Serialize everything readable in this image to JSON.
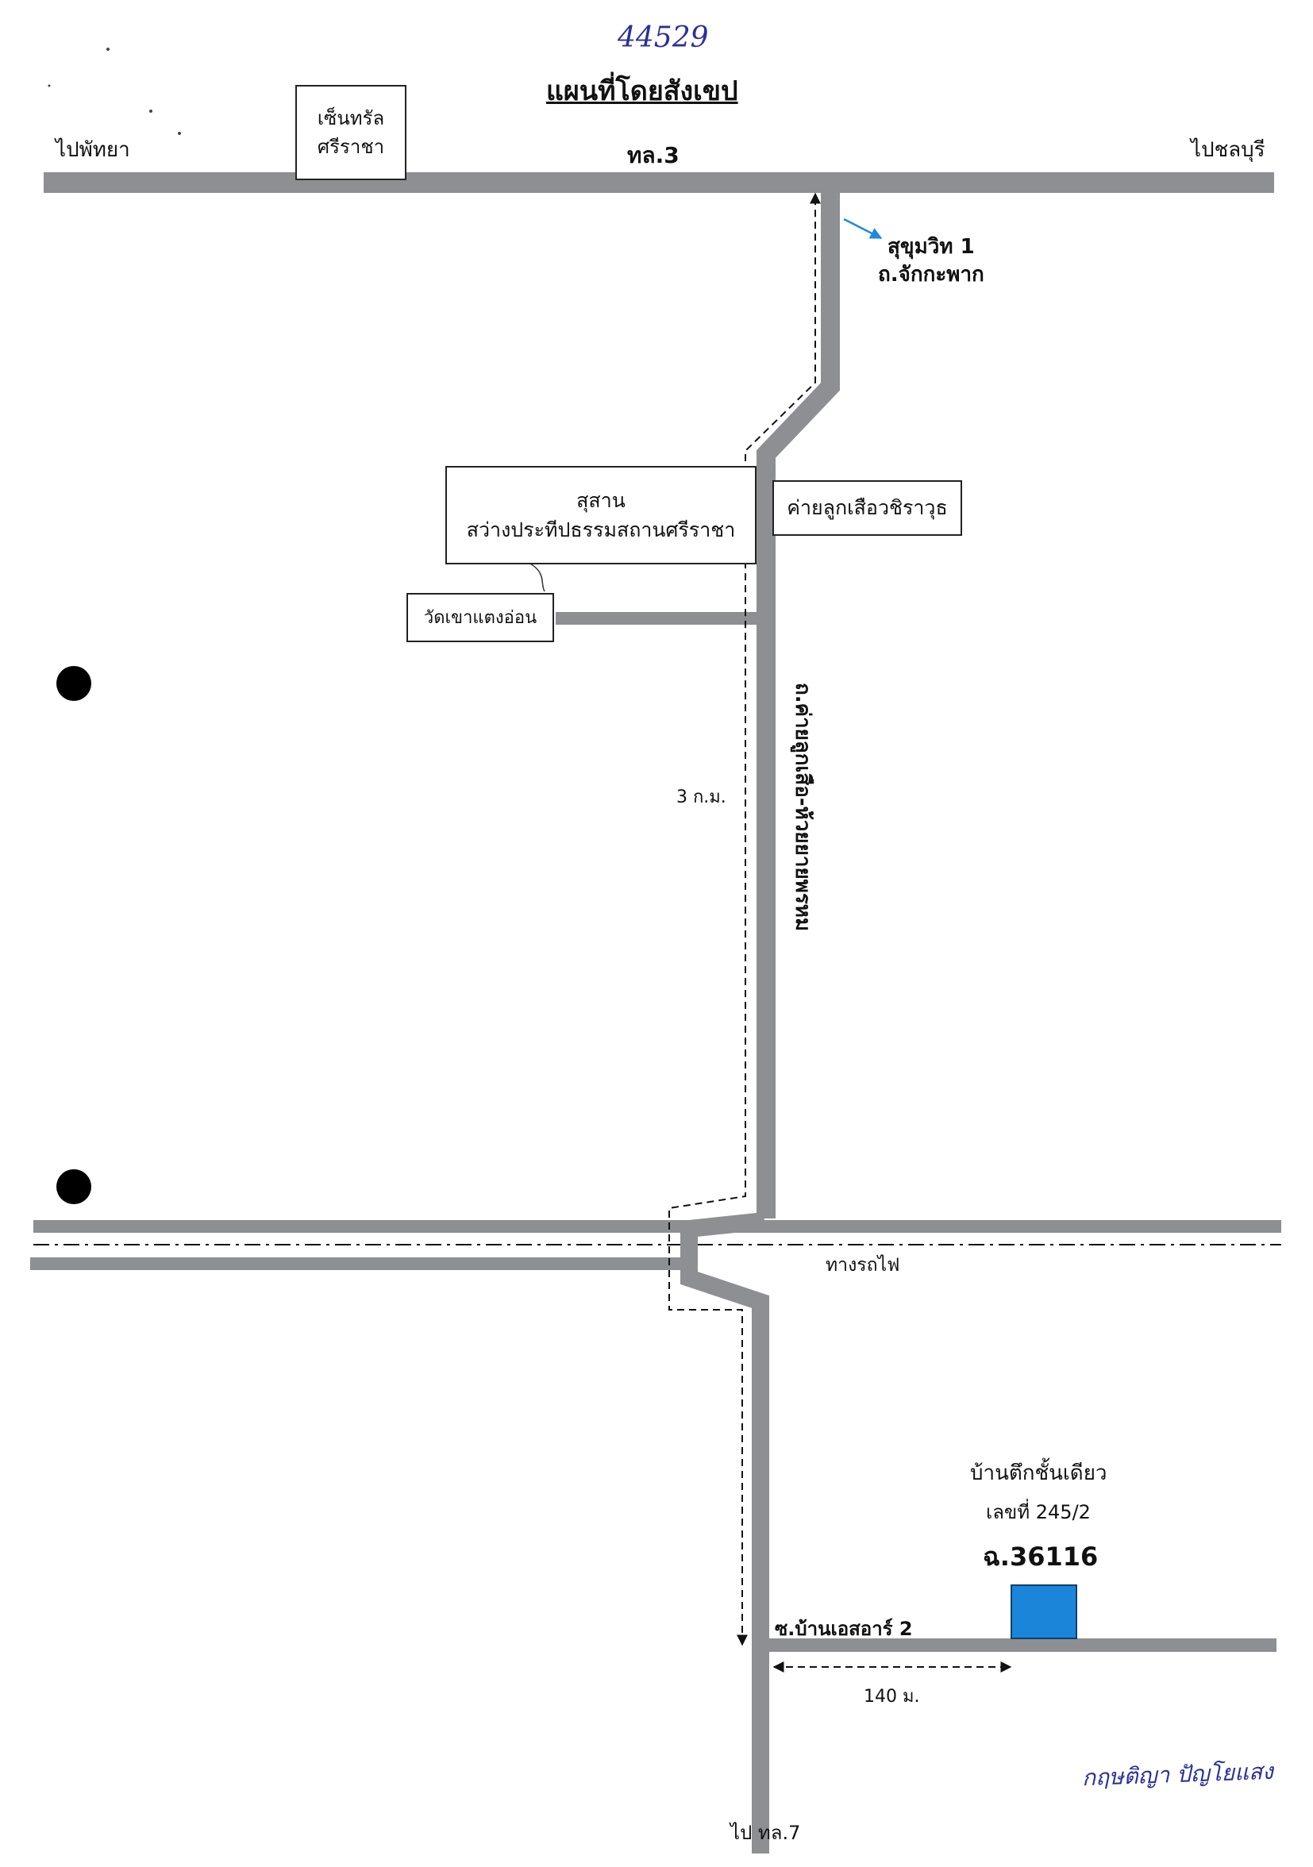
{
  "document_number": "44529",
  "title": "แผนที่โดยสังเขป",
  "roads": {
    "main_highway": "ทล.3",
    "to_left": "ไปพัทยา",
    "to_right": "ไปชลบุรี",
    "sukhumvit_line1": "สุขุมวิท 1",
    "sukhumvit_line2": "ถ.จักกะพาก",
    "vertical_road": "ถ.ค่ายลูกเสือ-ห้วยยายพรหม",
    "railway": "ทางรถไฟ",
    "soi": "ซ.บ้านเอสอาร์ 2",
    "bottom_destination": "ไป ทล.7"
  },
  "landmarks": {
    "central_line1": "เซ็นทรัล",
    "central_line2": "ศรีราชา",
    "cemetery_line1": "สุสาน",
    "cemetery_line2": "สว่างประทีปธรรมสถานศรีราชา",
    "scout_camp": "ค่ายลูกเสือวชิราวุธ",
    "temple": "วัดเขาแตงอ่อน"
  },
  "distances": {
    "route_distance": "3 ก.ม.",
    "soi_distance": "140 ม."
  },
  "property": {
    "type": "บ้านตึกชั้นเดียว",
    "house_number": "เลขที่ 245/2",
    "deed_number": "ฉ.36116",
    "marker_color": "#1b86d9"
  },
  "signature": "กฤษติญา ปัญโยแสง",
  "colors": {
    "road": "#8d8f92",
    "ink": "#2a2f9a",
    "arrow_blue": "#1f8ae0"
  }
}
